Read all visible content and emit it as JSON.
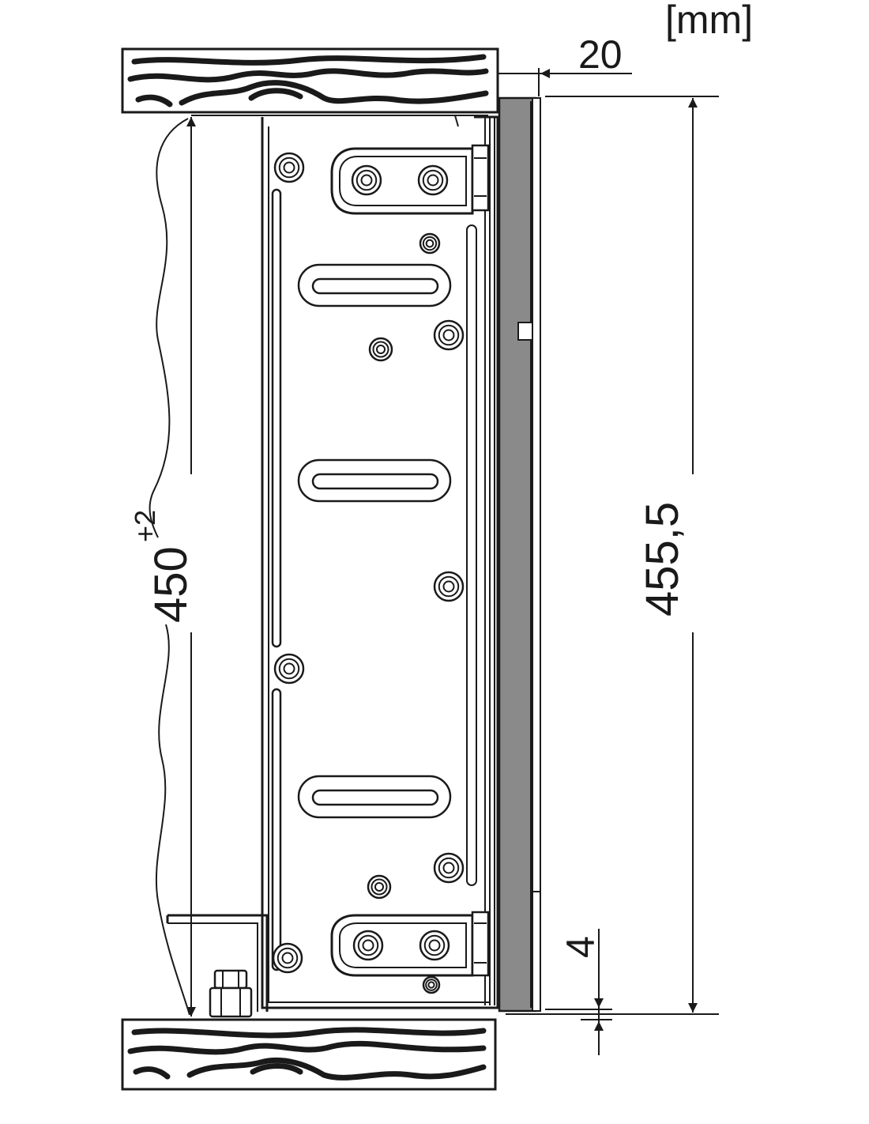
{
  "diagram": {
    "unit_label": "[mm]",
    "dimensions": {
      "front_offset": "20",
      "cutout_height": "450",
      "cutout_tolerance": "+2",
      "front_height": "455,5",
      "bottom_gap": "4"
    }
  },
  "colors": {
    "ink": "#1a1a1a",
    "front_panel": "#8a8a8a",
    "background": "#ffffff"
  }
}
